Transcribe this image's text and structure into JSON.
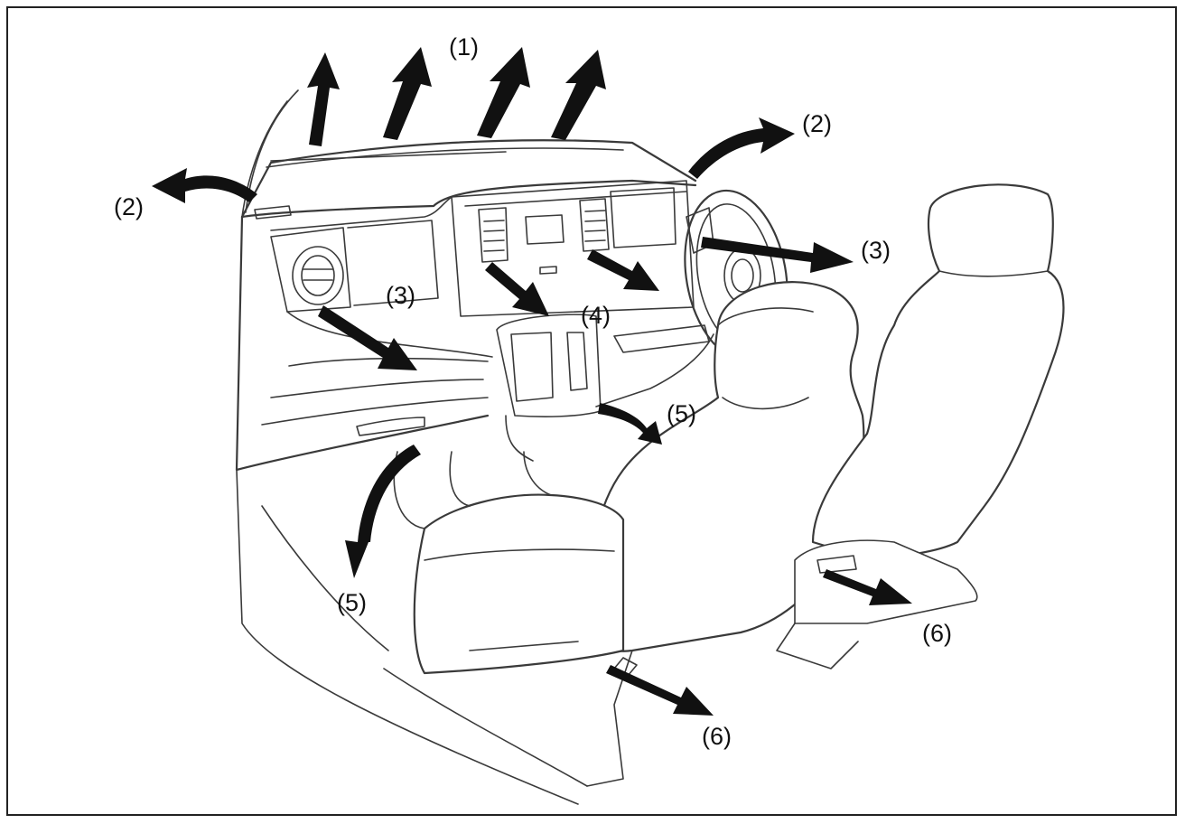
{
  "diagram": {
    "callouts": {
      "c1": "(1)",
      "c2_left": "(2)",
      "c2_right": "(2)",
      "c3_left": "(3)",
      "c3_right": "(3)",
      "c4": "(4)",
      "c5_center": "(5)",
      "c5_lower": "(5)",
      "c6_front": "(6)",
      "c6_rear": "(6)"
    },
    "arrows": {
      "defroster_front_count": 4,
      "side_defroster_count": 2,
      "side_vent_count": 2,
      "center_vent_count": 2,
      "foot_count": 2,
      "rear_foot_count": 2
    }
  }
}
